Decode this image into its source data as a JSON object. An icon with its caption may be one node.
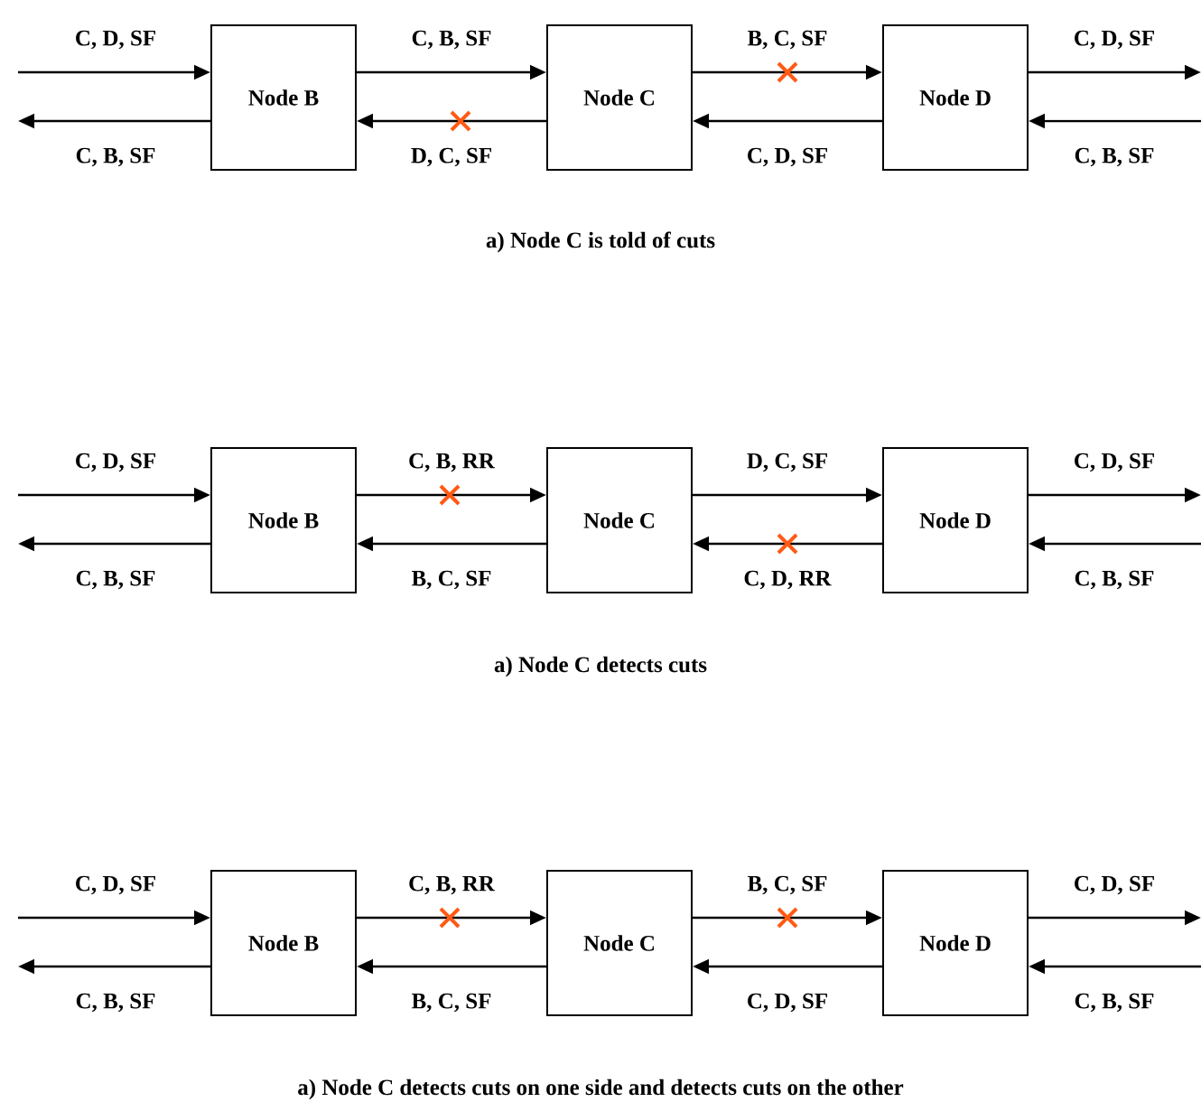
{
  "diagram": {
    "nodes": [
      {
        "text": [
          "Node B"
        ]
      },
      {
        "text": [
          "Node C"
        ]
      },
      {
        "text": [
          "Node D"
        ]
      },
      {
        "text": [
          "Node B"
        ]
      },
      {
        "text": [
          "Node C"
        ]
      },
      {
        "text": [
          "Node D"
        ]
      },
      {
        "text": [
          "Node B"
        ]
      },
      {
        "text": [
          "Node C"
        ]
      },
      {
        "text": [
          "Node D"
        ]
      }
    ],
    "edges": [
      {
        "from": null,
        "to": 0,
        "arrow": "to",
        "label": "C, D, SF"
      },
      {
        "from": 0,
        "to": null,
        "arrow": "to",
        "label": "C, B, SF"
      },
      {
        "from": 0,
        "to": 1,
        "arrow": "to",
        "label": "C, B, SF"
      },
      {
        "from": 1,
        "to": 0,
        "arrow": "to",
        "label": "D, C, SF"
      },
      {
        "from": 1,
        "to": 2,
        "arrow": "to",
        "label": "B, C, SF"
      },
      {
        "from": 2,
        "to": 1,
        "arrow": "to",
        "label": "C, D, SF"
      },
      {
        "from": 2,
        "to": null,
        "arrow": "to",
        "label": "C, D, SF"
      },
      {
        "from": null,
        "to": 2,
        "arrow": "to",
        "label": "C, B, SF"
      },
      {
        "from": null,
        "to": 3,
        "arrow": "to",
        "label": "C, D, SF"
      },
      {
        "from": 3,
        "to": null,
        "arrow": "to",
        "label": "C, B, SF"
      },
      {
        "from": 3,
        "to": 4,
        "arrow": "to",
        "label": "C, B, RR"
      },
      {
        "from": 4,
        "to": 3,
        "arrow": "to",
        "label": "B, C, SF"
      },
      {
        "from": 4,
        "to": 5,
        "arrow": "to",
        "label": "D, C, SF"
      },
      {
        "from": 5,
        "to": 4,
        "arrow": "to",
        "label": "C, D, RR"
      },
      {
        "from": 5,
        "to": null,
        "arrow": "to",
        "label": "C, D, SF"
      },
      {
        "from": null,
        "to": 5,
        "arrow": "to",
        "label": "C, B, SF"
      },
      {
        "from": null,
        "to": 6,
        "arrow": "to",
        "label": "C, D, SF"
      },
      {
        "from": 6,
        "to": null,
        "arrow": "to",
        "label": "C, B, SF"
      },
      {
        "from": 6,
        "to": 7,
        "arrow": "to",
        "label": "C, B, RR"
      },
      {
        "from": 7,
        "to": 6,
        "arrow": "to",
        "label": "B, C, SF"
      },
      {
        "from": 7,
        "to": 8,
        "arrow": "to",
        "label": "B, C, SF"
      },
      {
        "from": 8,
        "to": 7,
        "arrow": "to",
        "label": "C, D, SF"
      },
      {
        "from": 8,
        "to": null,
        "arrow": "to",
        "label": "C, D, SF"
      },
      {
        "from": null,
        "to": 8,
        "arrow": "to",
        "label": "C, B, SF"
      }
    ],
    "labels": [
      "a) Node C is told of cuts",
      "a) Node C detects cuts",
      "a) Node C detects cuts on one side and detects cuts on the other"
    ]
  }
}
